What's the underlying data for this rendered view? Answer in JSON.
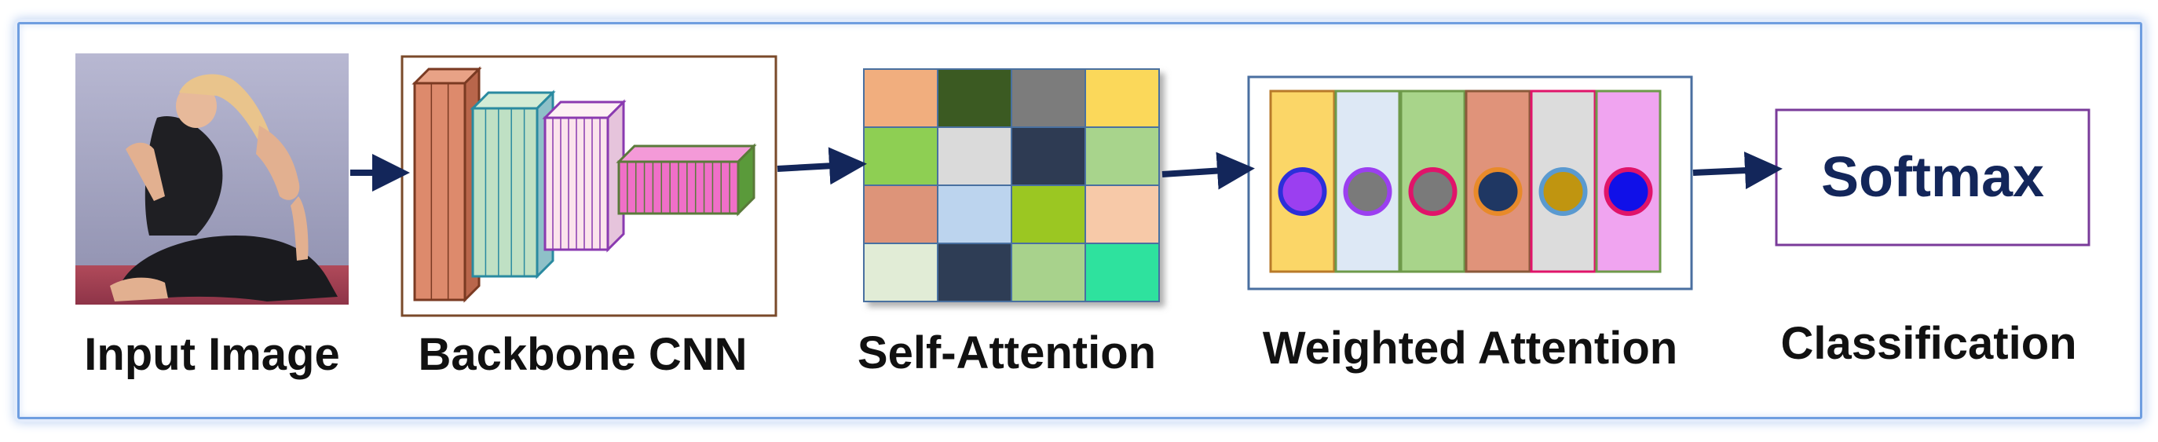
{
  "stages": {
    "input": "Input Image",
    "backbone": "Backbone CNN",
    "self_attention": "Self-Attention",
    "weighted": "Weighted Attention",
    "classification": "Classification"
  },
  "softmax_label": "Softmax",
  "colors": {
    "frame": "#6f9ee0",
    "arrow": "#13265a",
    "softmax_text": "#13265a",
    "softmax_border": "#7a3b9a",
    "backbone_border": "#7a4a2a",
    "weighted_border": "#4a6fa0"
  },
  "attention_grid": [
    [
      "#f1ae7e",
      "#3a5a22",
      "#7c7c7c",
      "#fbd85a"
    ],
    [
      "#8ecf52",
      "#dadada",
      "#2e3b52",
      "#a8d48c"
    ],
    [
      "#dd9479",
      "#bcd4ee",
      "#9bc724",
      "#f7c9a8"
    ],
    [
      "#e1ecd6",
      "#2f3d54",
      "#a8d28c",
      "#2fe29e"
    ]
  ],
  "weighted_columns": [
    {
      "fill": "#fbd667",
      "border": "#b87a2a",
      "dot": "#9b3ff0",
      "ring": "#2c2fd9"
    },
    {
      "fill": "#dde8f5",
      "border": "#6e9a4a",
      "dot": "#7a7a7a",
      "ring": "#9b3ff0"
    },
    {
      "fill": "#a8d48a",
      "border": "#6e9a4a",
      "dot": "#7a7a7a",
      "ring": "#e0146a"
    },
    {
      "fill": "#e0937a",
      "border": "#8a5a3a",
      "dot": "#1f3763",
      "ring": "#e88a2a"
    },
    {
      "fill": "#dcdcdc",
      "border": "#e0146a",
      "dot": "#c09510",
      "ring": "#5a9ad0"
    },
    {
      "fill": "#f0a4f0",
      "border": "#6e9a4a",
      "dot": "#1010e8",
      "ring": "#e0146a"
    }
  ],
  "cnn_blocks": [
    {
      "front": "#dd8a6c",
      "top": "#e8a286",
      "side": "#b9664b",
      "stroke": "#7a3a22"
    },
    {
      "front": "#bfe0c4",
      "top": "#d3ecd6",
      "side": "#8ec0c8",
      "stroke": "#2a8aa0"
    },
    {
      "front": "#fbe4ec",
      "top": "#fdf0f4",
      "side": "#e6c4dc",
      "stroke": "#8a3ab0"
    },
    {
      "front": "#f06fc8",
      "top": "#f49ad8",
      "side": "#5a9a3a",
      "stroke": "#5a7a3a"
    }
  ]
}
